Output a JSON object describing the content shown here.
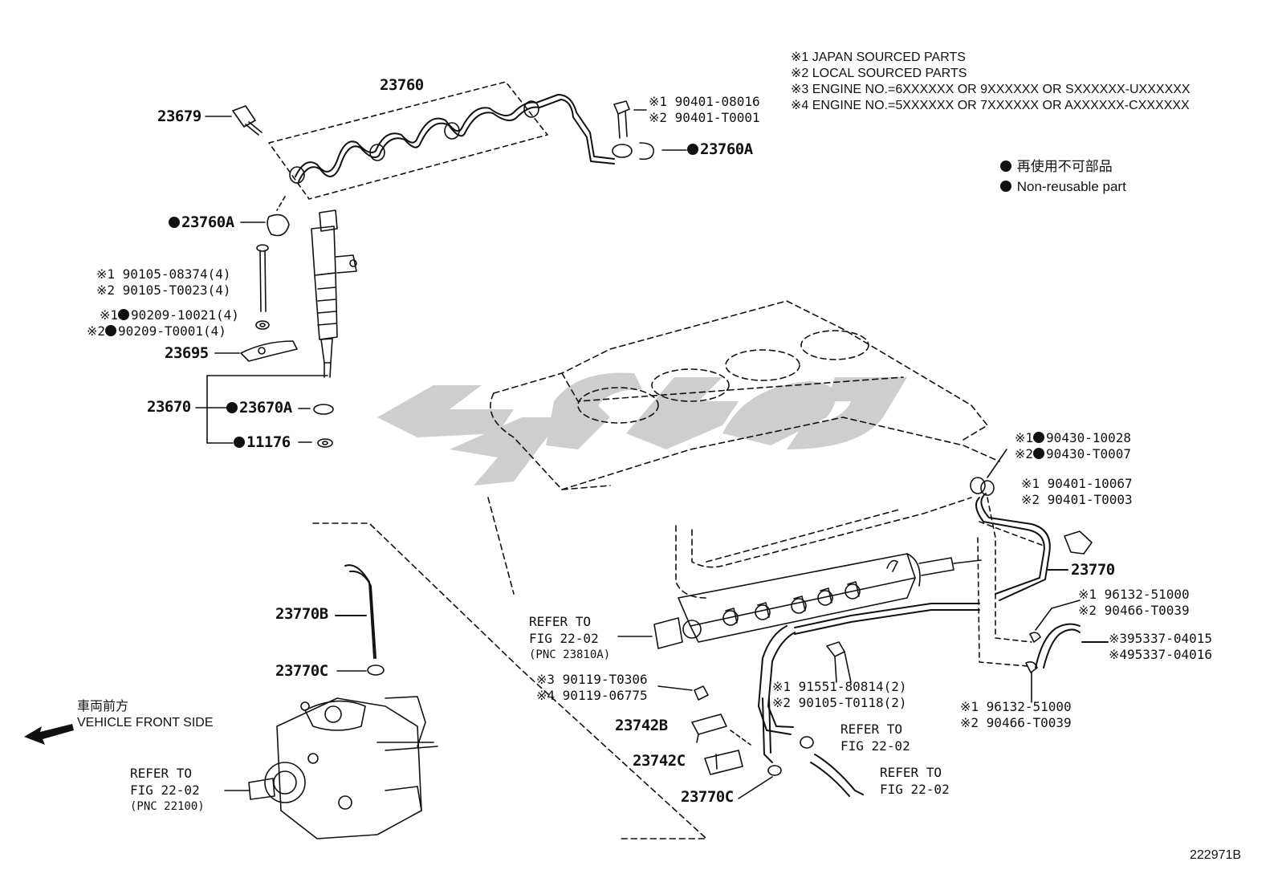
{
  "notes": [
    "※1 JAPAN SOURCED PARTS",
    "※2 LOCAL SOURCED PARTS",
    "※3 ENGINE NO.=6XXXXXX OR 9XXXXXX OR SXXXXXX-UXXXXXX",
    "※4 ENGINE NO.=5XXXXXX OR 7XXXXXX OR AXXXXXX-CXXXXXX"
  ],
  "legend": {
    "japanese": "再使用不可部品",
    "english": "Non-reusable part"
  },
  "labels": {
    "p23760": "23760",
    "p23679": "23679",
    "b90401a": "※1 90401-08016",
    "b90401b": "※2 90401-T0001",
    "p23760A_top": "23760A",
    "p23760A_left": "23760A",
    "b90105a": "※1 90105-08374(4)",
    "b90105b": "※2 90105-T0023(4)",
    "w90209a_pre": "※1",
    "w90209a": "90209-10021(4)",
    "w90209b_pre": "※2",
    "w90209b": "90209-T0001(4)",
    "p23695": "23695",
    "p23670": "23670",
    "p23670A": "23670A",
    "p11176": "11176",
    "g90430a_pre": "※1",
    "g90430a": "90430-10028",
    "g90430b_pre": "※2",
    "g90430b": "90430-T0007",
    "b90401c": "※1 90401-10067",
    "b90401d": "※2 90401-T0003",
    "p23770": "23770",
    "c96132a": "※1 96132-51000",
    "c90466a": "※2 90466-T0039",
    "h95337a": "※395337-04015",
    "h95337b": "※495337-04016",
    "c96132b": "※1 96132-51000",
    "c90466b": "※2 90466-T0039",
    "ref_rail_1": "REFER TO",
    "ref_rail_2": "FIG 22-02",
    "ref_rail_3": "(PNC 23810A)",
    "s90119a": "※3 90119-T0306",
    "s90119b": "※4 90119-06775",
    "b91551a": "※1 91551-80814(2)",
    "b91551b": "※2 90105-T0118(2)",
    "p23742B": "23742B",
    "p23742C": "23742C",
    "p23770C_bottom": "23770C",
    "ref_mid_1": "REFER TO",
    "ref_mid_2": "FIG 22-02",
    "ref_low_1": "REFER TO",
    "ref_low_2": "FIG 22-02",
    "p23770B": "23770B",
    "p23770C_left": "23770C",
    "front_jp": "車両前方",
    "front_en": "VEHICLE FRONT SIDE",
    "ref_pump_1": "REFER TO",
    "ref_pump_2": "FIG 22-02",
    "ref_pump_3": "(PNC 22100)",
    "figure_id": "222971B"
  }
}
